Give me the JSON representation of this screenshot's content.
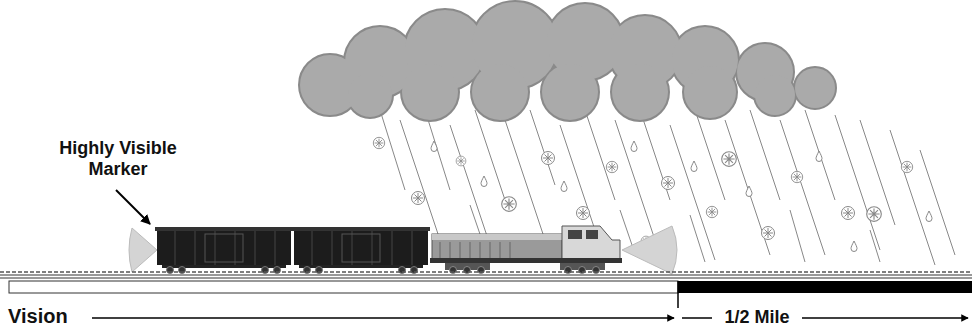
{
  "diagram": {
    "labels": [
      "Highly Visible Marker",
      "Vision",
      "1/2 Mile"
    ]
  }
}
